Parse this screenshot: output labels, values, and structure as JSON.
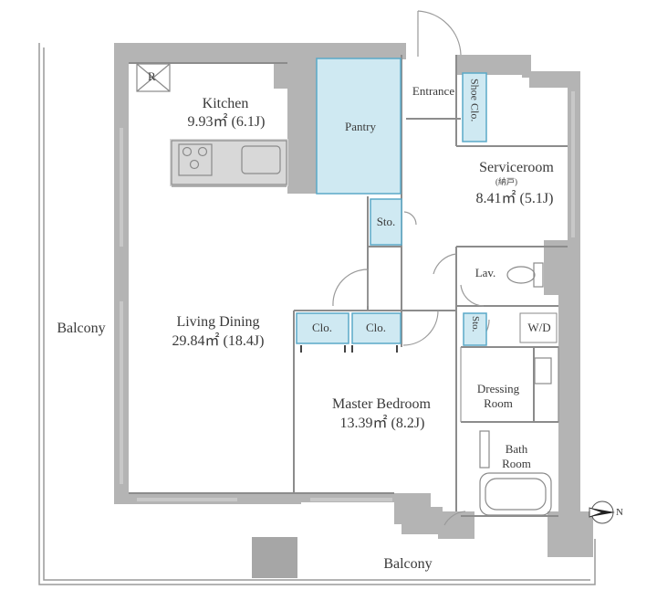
{
  "rooms": {
    "kitchen": {
      "name": "Kitchen",
      "area": "9.93㎡ (6.1J)"
    },
    "pantry": {
      "name": "Pantry"
    },
    "entrance": {
      "name": "Entrance"
    },
    "shoe_closet": {
      "name": "Shoe Clo."
    },
    "serviceroom": {
      "name": "Serviceroom",
      "note": "(納戸)",
      "area": "8.41㎡ (5.1J)"
    },
    "storage_1": {
      "name": "Sto."
    },
    "lavatory": {
      "name": "Lav."
    },
    "living_dining": {
      "name": "Living Dining",
      "area": "29.84㎡ (18.4J)"
    },
    "closet_1": {
      "name": "Clo."
    },
    "closet_2": {
      "name": "Clo."
    },
    "storage_2": {
      "name": "Sto."
    },
    "washer_dryer": {
      "name": "W/D"
    },
    "dressing_room": {
      "line1": "Dressing",
      "line2": "Room"
    },
    "master_bedroom": {
      "name": "Master Bedroom",
      "area": "13.39㎡ (8.2J)"
    },
    "bath_room": {
      "line1": "Bath",
      "line2": "Room"
    },
    "balcony_west": {
      "name": "Balcony"
    },
    "balcony_south": {
      "name": "Balcony"
    }
  },
  "fixtures": {
    "refrigerator": {
      "label": "R"
    },
    "compass": {
      "label": "N"
    }
  },
  "colors": {
    "wall": "#b4b4b4",
    "storage_fill": "#cfe9f2",
    "storage_stroke": "#5aa9c8",
    "line": "#9a9a9a"
  }
}
